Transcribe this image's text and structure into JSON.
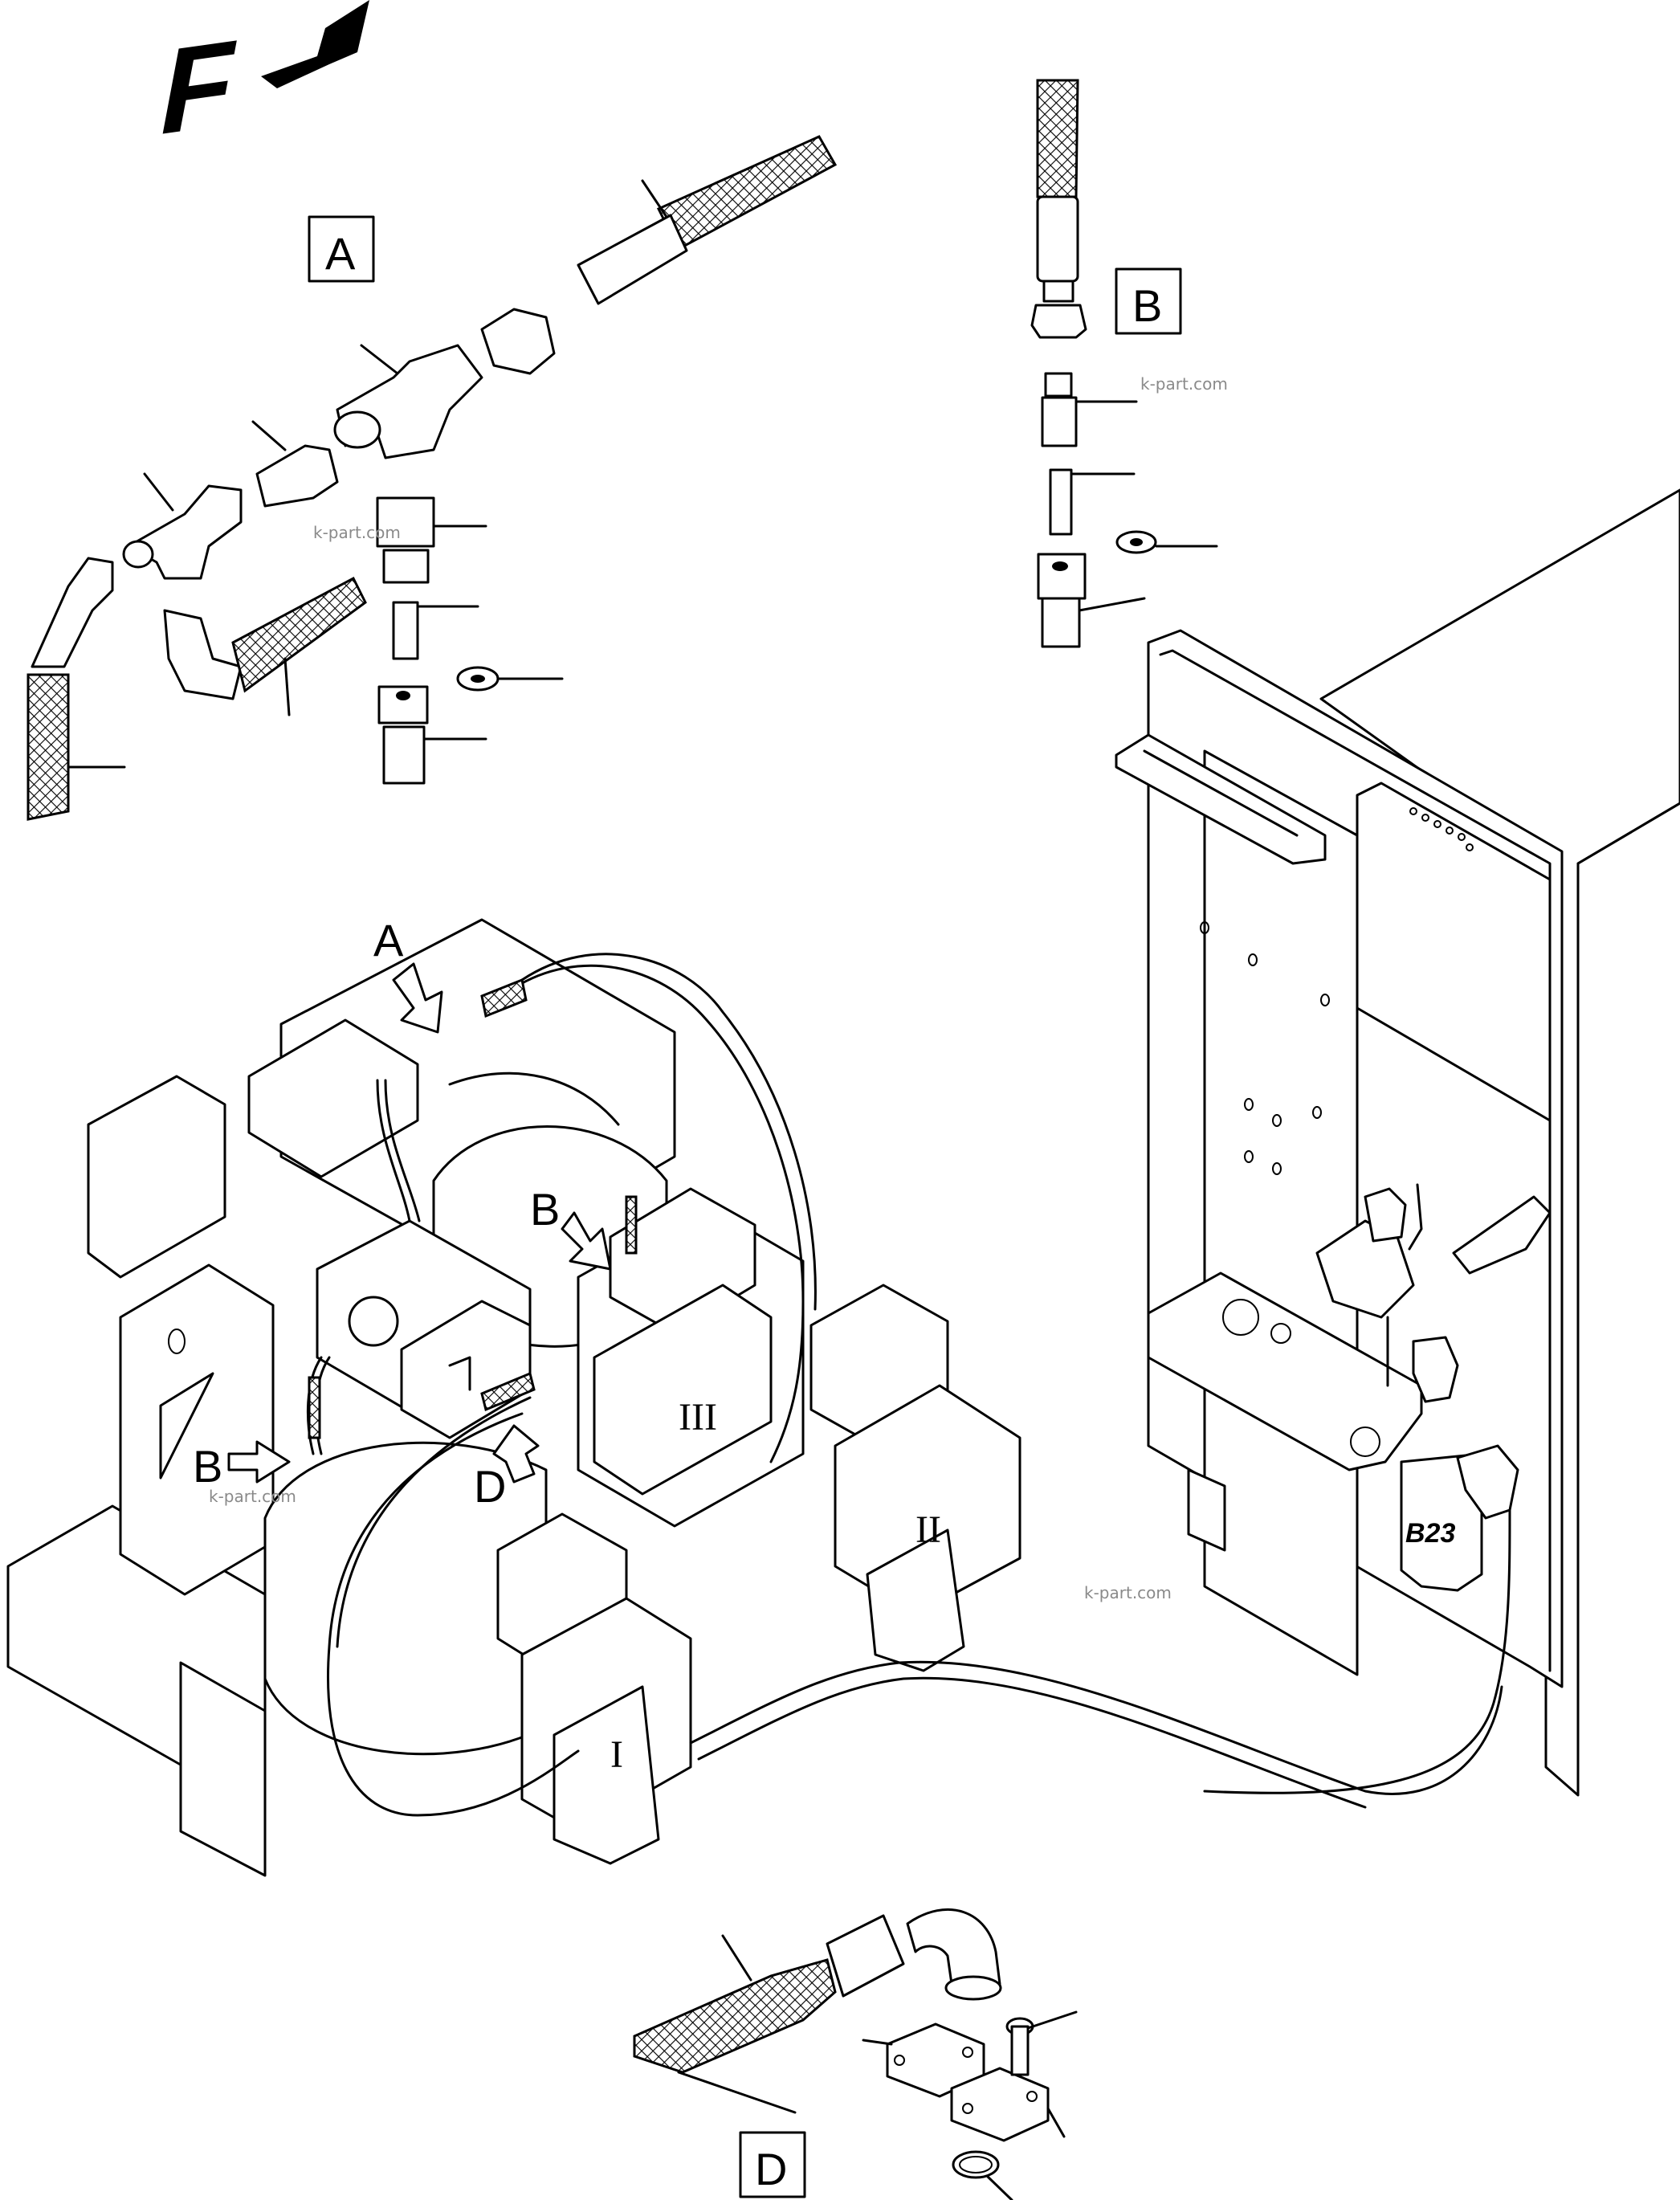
{
  "direction_marker": {
    "letter": "F"
  },
  "detail_labels": {
    "a": "A",
    "b": "B",
    "d": "D"
  },
  "callouts": {
    "a": "A",
    "b_upper": "B",
    "b_lower": "B",
    "d": "D"
  },
  "component_labels": {
    "sensor": "B23"
  },
  "roman_numerals": {
    "one": "I",
    "two": "II",
    "three": "III"
  },
  "watermarks": [
    "k-part.com",
    "k-part.com",
    "k-part.com",
    "k-part.com"
  ]
}
